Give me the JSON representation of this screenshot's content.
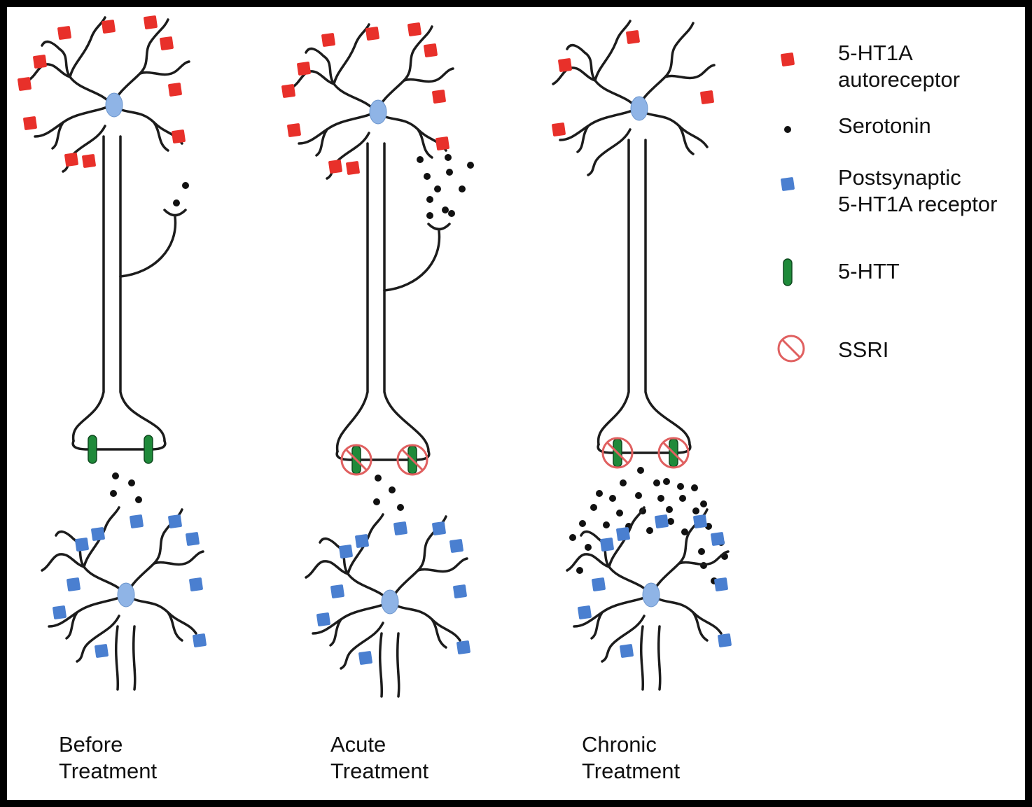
{
  "panels": [
    {
      "label_line1": "Before",
      "label_line2": "Treatment"
    },
    {
      "label_line1": "Acute",
      "label_line2": "Treatment"
    },
    {
      "label_line1": "Chronic",
      "label_line2": "Treatment"
    }
  ],
  "legend": [
    {
      "icon": "red-square-icon",
      "line1": "5-HT1A",
      "line2": "autoreceptor"
    },
    {
      "icon": "black-dot-icon",
      "line1": "Serotonin",
      "line2": ""
    },
    {
      "icon": "blue-square-icon",
      "line1": "Postsynaptic",
      "line2": "5-HT1A receptor"
    },
    {
      "icon": "green-bar-icon",
      "line1": "5-HTT",
      "line2": ""
    },
    {
      "icon": "ssri-prohibition-icon",
      "line1": "SSRI",
      "line2": ""
    }
  ],
  "colors": {
    "autoreceptor": "#e8302a",
    "postsynaptic": "#4a7fd0",
    "transporter": "#1f8a3a",
    "ssri": "#e06060",
    "nucleus": "#8fb4e6",
    "serotonin": "#111111"
  }
}
